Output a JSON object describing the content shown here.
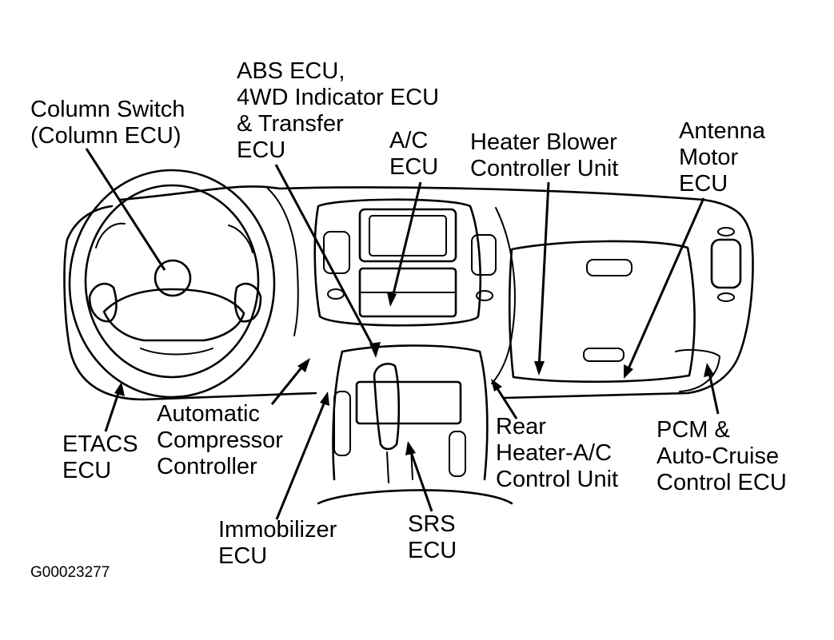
{
  "figure_id": "G00023277",
  "labels": {
    "column_switch": [
      "Column Switch",
      "(Column ECU)"
    ],
    "abs_ecu": [
      "ABS ECU,",
      "4WD Indicator ECU",
      "& Transfer",
      "ECU"
    ],
    "ac_ecu": [
      "A/C",
      "ECU"
    ],
    "heater_blower": [
      "Heater Blower",
      "Controller Unit"
    ],
    "antenna_motor": [
      "Antenna",
      "Motor",
      "ECU"
    ],
    "etacs": [
      "ETACS",
      "ECU"
    ],
    "auto_compressor": [
      "Automatic",
      "Compressor",
      "Controller"
    ],
    "immobilizer": [
      "Immobilizer",
      "ECU"
    ],
    "srs": [
      "SRS",
      "ECU"
    ],
    "rear_heater": [
      "Rear",
      "Heater-A/C",
      "Control Unit"
    ],
    "pcm": [
      "PCM &",
      "Auto-Cruise",
      "Control ECU"
    ]
  }
}
